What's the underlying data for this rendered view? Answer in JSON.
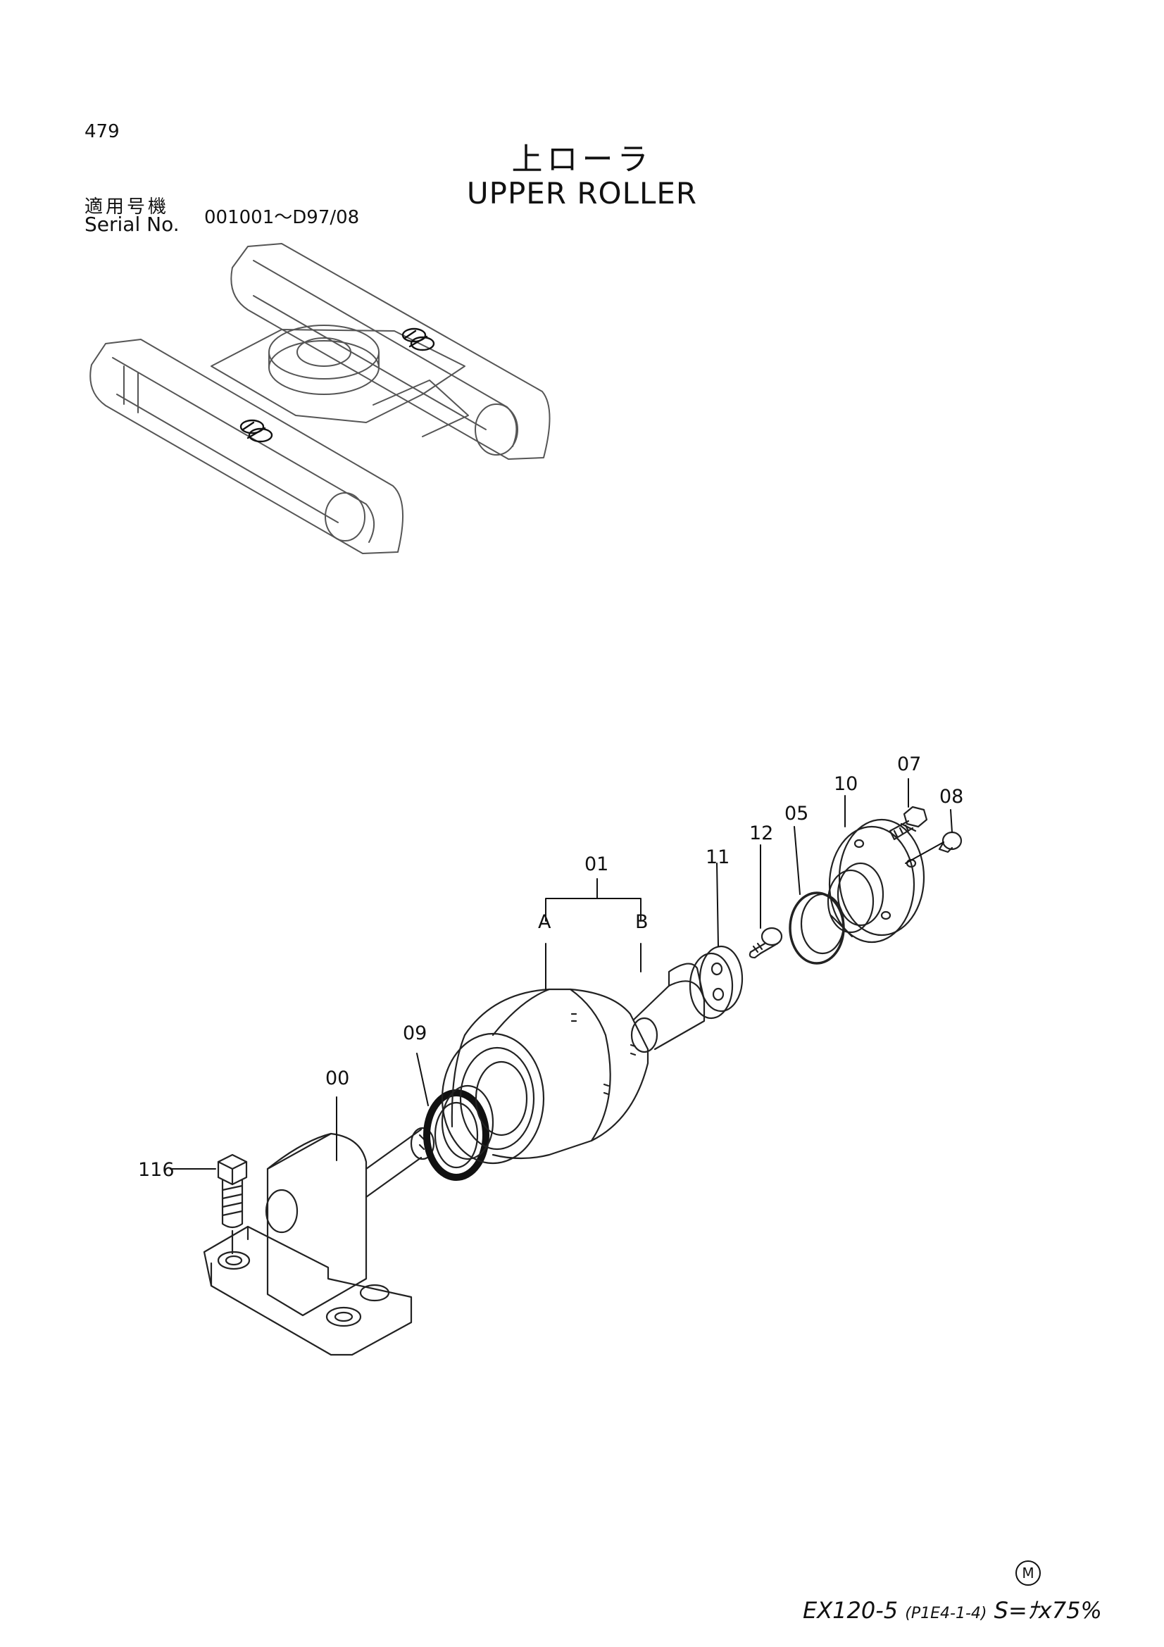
{
  "page_number": "479",
  "title_jp": "上ローラ",
  "title_en": "UPPER ROLLER",
  "serial": {
    "label_jp": "適用号機",
    "label_en": "Serial No.",
    "range": "001001～D97/08"
  },
  "callouts": {
    "p00": "00",
    "p01": "01",
    "pA": "A",
    "pB": "B",
    "p05": "05",
    "p07": "07",
    "p08": "08",
    "p09": "09",
    "p10": "10",
    "p11": "11",
    "p12": "12",
    "p116": "116"
  },
  "footer": {
    "mark": "M",
    "model": "EX120-5",
    "ref": "(P1E4-1-4)",
    "scale": "S=ﾅx75%"
  }
}
